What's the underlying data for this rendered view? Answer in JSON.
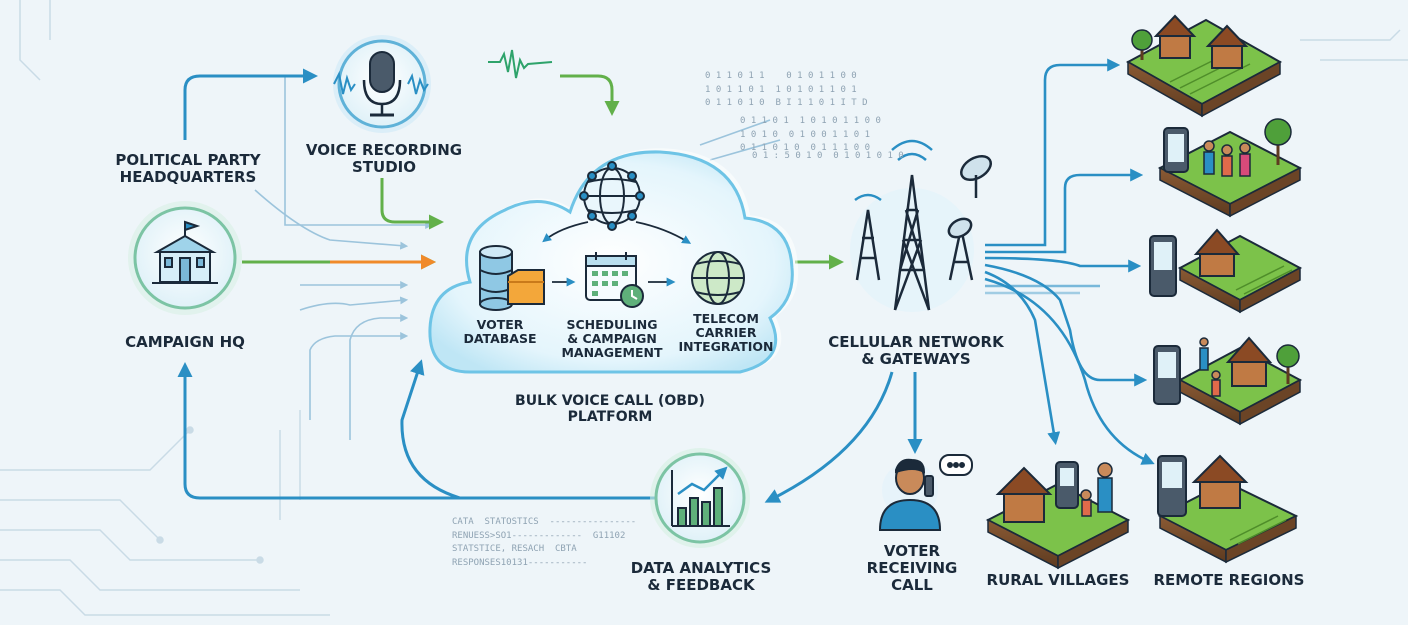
{
  "labels": {
    "hq_top": "POLITICAL PARTY\nHEADQUARTERS",
    "hq": "CAMPAIGN HQ",
    "studio": "VOICE RECORDING\nSTUDIO",
    "voter_db": "VOTER\nDATABASE",
    "scheduling": "SCHEDULING\n& CAMPAIGN\nMANAGEMENT",
    "telecom": "TELECOM\nCARRIER\nINTEGRATION",
    "platform": "BULK VOICE CALL (OBD)\nPLATFORM",
    "network": "CELLULAR NETWORK\n& GATEWAYS",
    "voter": "VOTER\nRECEIVING\nCALL",
    "analytics": "DATA ANALYTICS\n& FEEDBACK",
    "villages": "RURAL VILLAGES",
    "remote": "REMOTE REGIONS"
  },
  "data_ticker": "CATA  STATOSTICS  ----------------\nRENUESS>SO1-------------  G11102\nSTATSTICE, RESACH  CBTA\nRESPONSES10131-----------",
  "binary_ticker": "0 1 1 0 1 1    0 1 0 1 1 0 0\n1 0 1 1 0 1  1 0 1 0 1 1 0 1\n0 1 1 0 1 0  B I 1 1 0 1 I T D",
  "binary_ticker_2": "0 1 1 0 1  1 0 1 0 1 1 0 0\n1 0 1 0  0 1 0 0 1 1 0 1\n0 1 1 0 1 0  0 1 1 1 0 0",
  "binary_ticker_3": "0 1 : 5 0 1 0  0 1 0 1 0 1 0",
  "colors": {
    "arrow_blue": "#2a8fc4",
    "arrow_green": "#62b04a",
    "arrow_orange": "#f08a2a",
    "ink": "#1b2a3a",
    "cloud_glow": "#9fdcf2",
    "grass": "#7cc24a"
  }
}
